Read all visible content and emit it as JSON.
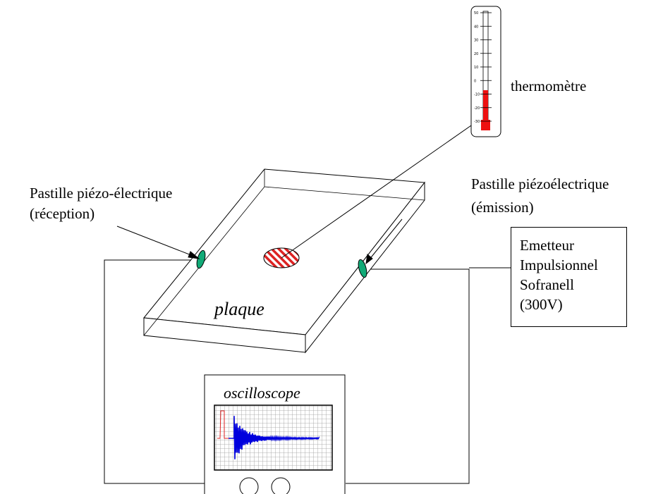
{
  "labels": {
    "thermometer": "thermomètre",
    "receiver_line1": "Pastille piézo-électrique",
    "receiver_line2": "(réception)",
    "emitter_line1": "Pastille piézoélectrique",
    "emitter_line2": "(émission)",
    "plate": "plaque",
    "oscilloscope": "oscilloscope"
  },
  "pulse_generator": {
    "line1": "Emetteur",
    "line2": "Impulsionnel",
    "line3": "Sofranell",
    "line4": "(300V)"
  },
  "thermometer_scale": [
    "50",
    "40",
    "30",
    "20",
    "10",
    "0",
    "-10",
    "-20",
    "-30"
  ],
  "colors": {
    "mercury": "#ee1111",
    "piezo_disc": "#11aa77",
    "hatch": "#dd2222",
    "signal": "#0000dd",
    "pulse": "#dd2222",
    "screen_grid": "#999999"
  }
}
